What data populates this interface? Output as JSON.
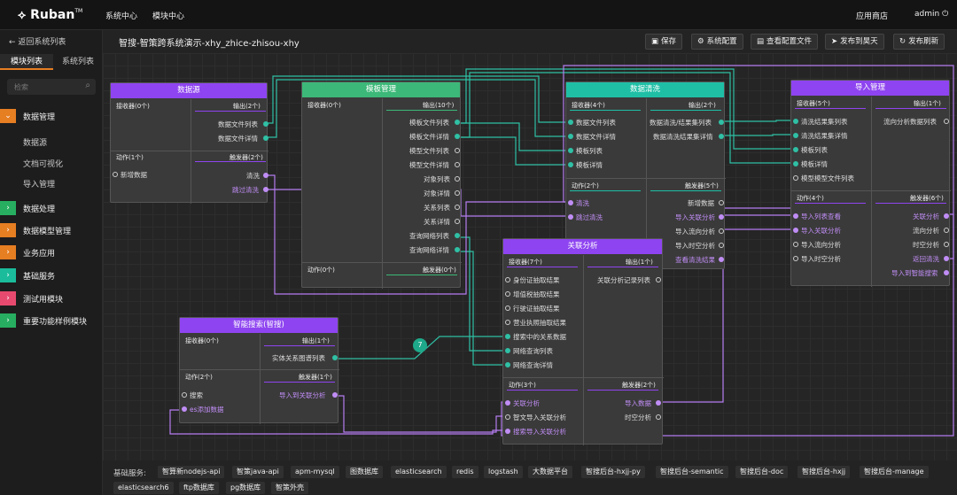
{
  "app": {
    "logo": "Ruban",
    "version": "TM",
    "nav": [
      "系统中心",
      "模块中心"
    ],
    "app_store": "应用商店",
    "user": "admin"
  },
  "sidebar": {
    "back": "返回系统列表",
    "tabs": [
      "模块列表",
      "系统列表"
    ],
    "search_placeholder": "检索",
    "groups": [
      {
        "label": "数据管理",
        "color": "#e67e22",
        "expanded": true,
        "children": [
          "数据源",
          "文档可视化",
          "导入管理"
        ]
      },
      {
        "label": "数据处理",
        "color": "#27ae60"
      },
      {
        "label": "数据模型管理",
        "color": "#e67e22"
      },
      {
        "label": "业务应用",
        "color": "#e67e22"
      },
      {
        "label": "基础服务",
        "color": "#1abc9c"
      },
      {
        "label": "测试用模块",
        "color": "#e84a6f"
      },
      {
        "label": "重要功能样例模块",
        "color": "#27ae60"
      }
    ]
  },
  "header": {
    "title": "智搜-智策跨系统演示-xhy_zhice-zhisou-xhy",
    "buttons": [
      "保存",
      "系统配置",
      "查看配置文件",
      "发布到昊天",
      "发布刷新"
    ]
  },
  "nodes": {
    "datasource": {
      "title": "数据源",
      "receivers": "接收器(0个)",
      "outputs": "输出(2个)",
      "output_items": [
        "数据文件列表",
        "数据文件详情"
      ],
      "actions": "动作(1个)",
      "triggers": "触发器(2个)",
      "action_items": [
        "新增数据"
      ],
      "trigger_items": [
        "清洗",
        "跳过清洗"
      ]
    },
    "model": {
      "title": "模板管理",
      "receivers": "接收器(0个)",
      "outputs": "输出(10个)",
      "output_items": [
        "模板文件列表",
        "模板文件详情",
        "模型文件列表",
        "模型文件详情",
        "对象列表",
        "对象详情",
        "关系列表",
        "关系详情",
        "查询网络列表",
        "查询网络详情"
      ],
      "actions": "动作(0个)",
      "triggers": "触发器(0个)"
    },
    "clean": {
      "title": "数据清洗",
      "receivers": "接收器(4个)",
      "outputs": "输出(2个)",
      "receiver_items": [
        "数据文件列表",
        "数据文件详情",
        "模板列表",
        "模板详情"
      ],
      "output_items": [
        "数据清洗/结果集列表",
        "数据清洗结果集详情"
      ],
      "actions": "动作(2个)",
      "triggers": "触发器(5个)",
      "action_items": [
        "清洗",
        "跳过清洗"
      ],
      "trigger_items": [
        "新增数据",
        "导入关联分析",
        "导入流向分析",
        "导入时空分析",
        "查看清洗结果"
      ]
    },
    "import": {
      "title": "导入管理",
      "receivers": "接收器(5个)",
      "outputs": "输出(1个)",
      "receiver_items": [
        "清洗结果集列表",
        "清洗结果集详情",
        "模板列表",
        "模板详情",
        "模型模型文件列表"
      ],
      "output_items": [
        "流向分析数据列表"
      ],
      "actions": "动作(4个)",
      "triggers": "触发器(6个)",
      "action_items": [
        "导入列表查看",
        "导入关联分析",
        "导入流向分析",
        "导入时空分析"
      ],
      "trigger_items": [
        "关联分析",
        "流向分析",
        "时空分析",
        "返回清洗",
        "导入到智能搜索"
      ]
    },
    "relation": {
      "title": "关联分析",
      "receivers": "接收器(7个)",
      "outputs": "输出(1个)",
      "receiver_items": [
        "身份证抽取结果",
        "增值税抽取结果",
        "行驶证抽取结果",
        "营业执照抽取结果",
        "搜索中的关系数据",
        "网络查询列表",
        "网络查询详情"
      ],
      "output_items": [
        "关联分析记录列表"
      ],
      "actions": "动作(3个)",
      "triggers": "触发器(2个)",
      "action_items": [
        "关联分析",
        "智文导入关联分析",
        "搜索导入关联分析"
      ],
      "trigger_items": [
        "导入数据",
        "时空分析"
      ]
    },
    "search": {
      "title": "智能搜索(智搜)",
      "receivers": "接收器(0个)",
      "outputs": "输出(1个)",
      "output_items": [
        "实体关系图谱列表"
      ],
      "actions": "动作(2个)",
      "triggers": "触发器(1个)",
      "action_items": [
        "搜索",
        "es添加数据"
      ],
      "trigger_items": [
        "导入到关联分析"
      ]
    }
  },
  "badge": "7",
  "footer": {
    "label": "基础服务:",
    "chips": [
      "智算新nodejs-api",
      "智策java-api",
      "apm-mysql",
      "图数据库",
      "elasticsearch",
      "redis",
      "logstash",
      "大数据平台",
      "智搜后台-hxjj-py",
      "智搜后台-semantic",
      "智搜后台-doc",
      "智搜后台-hxjj",
      "智搜后台-manage",
      "elasticsearch6",
      "ftp数据库",
      "pg数据库",
      "智策外壳"
    ]
  },
  "colors": {
    "purple": "#8e44f0",
    "green": "#2ecc71",
    "teal": "#1fbfa6",
    "edge": "#2fc0a5",
    "edge_purple": "#b57cf0"
  }
}
